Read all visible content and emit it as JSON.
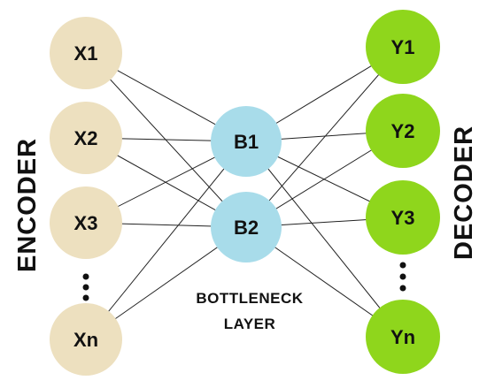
{
  "encoder_label": "ENCODER",
  "decoder_label": "DECODER",
  "bottleneck": {
    "line1": "BOTTLENECK",
    "line2": "LAYER"
  },
  "inputs": [
    {
      "id": "x1",
      "label": "X1"
    },
    {
      "id": "x2",
      "label": "X2"
    },
    {
      "id": "x3",
      "label": "X3"
    },
    {
      "id": "xn",
      "label": "Xn"
    }
  ],
  "hidden": [
    {
      "id": "b1",
      "label": "B1"
    },
    {
      "id": "b2",
      "label": "B2"
    }
  ],
  "outputs": [
    {
      "id": "y1",
      "label": "Y1"
    },
    {
      "id": "y2",
      "label": "Y2"
    },
    {
      "id": "y3",
      "label": "Y3"
    },
    {
      "id": "yn",
      "label": "Yn"
    }
  ],
  "colors": {
    "input_node": "#ede0bf",
    "bottleneck_node": "#a8dcea",
    "output_node": "#8fd61c",
    "edge": "#222222"
  }
}
